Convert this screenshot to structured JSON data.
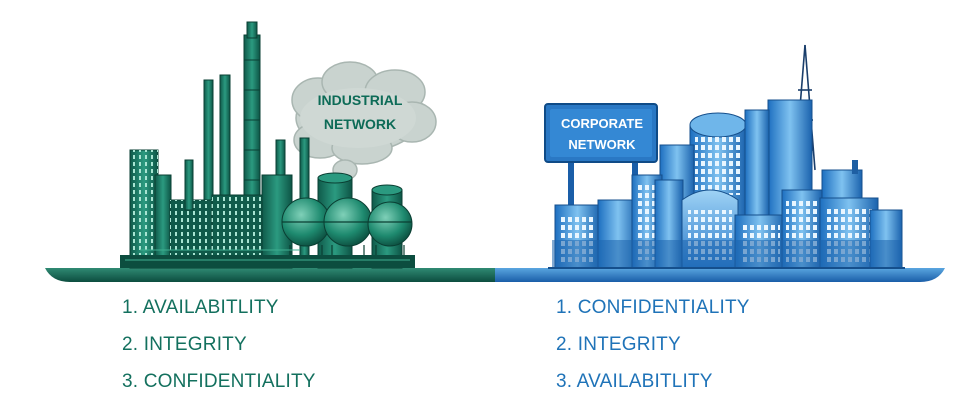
{
  "industrial": {
    "label_line1": "INDUSTRIAL",
    "label_line2": "NETWORK",
    "priorities": [
      "1. AVAILABITLITY",
      "2. INTEGRITY",
      "3. CONFIDENTIALITY"
    ]
  },
  "corporate": {
    "label_line1": "CORPORATE",
    "label_line2": "NETWORK",
    "priorities": [
      "1. CONFIDENTIALITY",
      "2. INTEGRITY",
      "3. AVAILABITLITY"
    ]
  },
  "colors": {
    "industrial_green": "#13705e",
    "corporate_blue": "#1f73b8",
    "cloud_gray": "#c9d3cf",
    "sign_blue": "#2a78c4"
  },
  "icons": [
    "factory-illustration",
    "city-illustration",
    "smoke-cloud",
    "billboard-sign"
  ]
}
